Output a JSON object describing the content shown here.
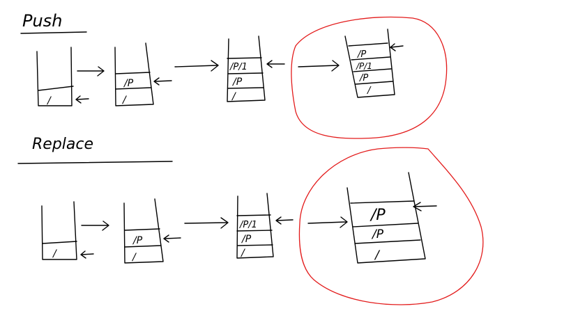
{
  "headings": {
    "push": "Push",
    "replace": "Replace"
  },
  "push_row": {
    "stack1": [
      "/"
    ],
    "stack2": [
      "/P",
      "/"
    ],
    "stack3": [
      "/P/1",
      "/P",
      "/"
    ],
    "stack4": [
      "/P",
      "/P/1",
      "/P",
      "/"
    ]
  },
  "replace_row": {
    "stack1": [
      "/"
    ],
    "stack2": [
      "/P",
      "/"
    ],
    "stack3": [
      "/P/1",
      "/P",
      "/"
    ],
    "stack4": [
      "/P",
      "/P",
      "/"
    ]
  },
  "colors": {
    "ink": "#000000",
    "highlight": "#e31b1b",
    "background": "#ffffff"
  }
}
